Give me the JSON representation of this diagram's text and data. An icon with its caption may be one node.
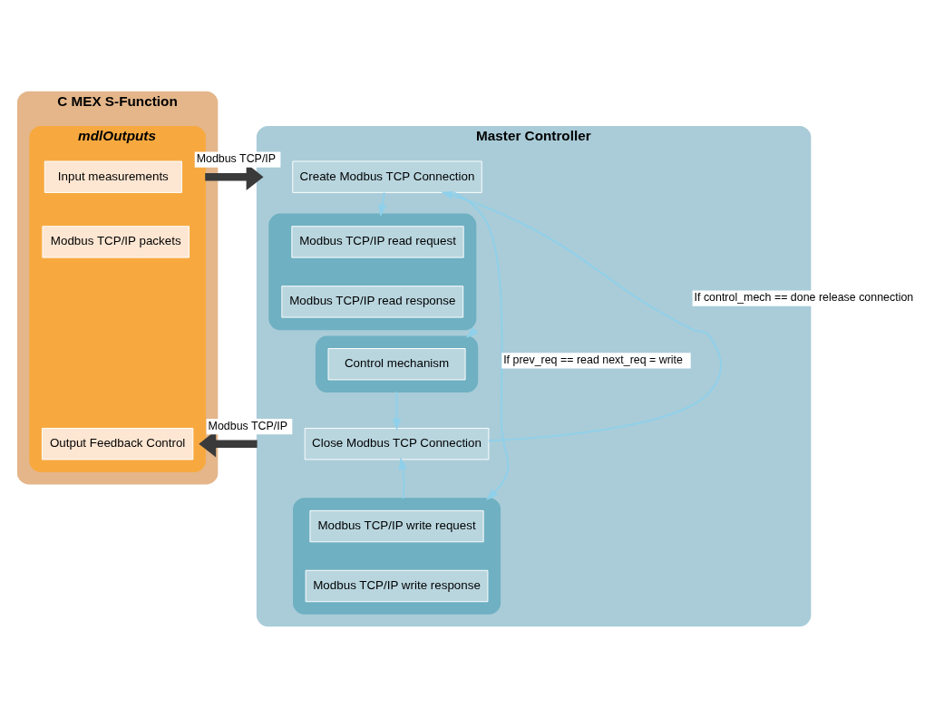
{
  "diagram": {
    "nodes": [
      {
        "text": [
          "C MEX S-Function"
        ]
      },
      {
        "text": [
          "mdlOutputs"
        ],
        "in": 0
      },
      {
        "text": [
          "Input measurements"
        ],
        "in": 1
      },
      {
        "text": [
          "Modbus TCP/IP packets"
        ],
        "in": 1
      },
      {
        "text": [
          "Output Feedback Control"
        ],
        "in": 1
      },
      {
        "text": [
          "Master Controller"
        ]
      },
      {
        "text": [
          "Create Modbus TCP Connection"
        ],
        "in": 5
      },
      {
        "text": [],
        "shape": "box",
        "in": 5
      },
      {
        "text": [
          "Modbus TCP/IP read request"
        ],
        "in": 7
      },
      {
        "text": [
          "Modbus TCP/IP read response"
        ],
        "in": 7
      },
      {
        "text": [],
        "shape": "box",
        "in": 5
      },
      {
        "text": [
          "Control mechanism"
        ],
        "in": 10
      },
      {
        "text": [
          "Close Modbus TCP Connection"
        ],
        "in": 5
      },
      {
        "text": [],
        "shape": "box",
        "in": 5
      },
      {
        "text": [
          "Modbus TCP/IP write request"
        ],
        "in": 13
      },
      {
        "text": [
          "Modbus TCP/IP write response"
        ],
        "in": 13
      }
    ],
    "edges": [
      {
        "from": 1,
        "to": 5,
        "arrow": "to",
        "label": "Modbus TCP/IP",
        "style": "thick",
        "color": "#3a3a3a"
      },
      {
        "from": 5,
        "to": 1,
        "arrow": "to",
        "label": "Modbus TCP/IP",
        "style": "thick",
        "color": "#3a3a3a"
      },
      {
        "from": 6,
        "to": 7,
        "arrow": "to"
      },
      {
        "from": 7,
        "to": 10,
        "arrow": "to"
      },
      {
        "from": 10,
        "to": 12,
        "arrow": "to"
      },
      {
        "from": 13,
        "to": 12,
        "arrow": "to"
      },
      {
        "from": 12,
        "to": 6,
        "arrow": "to",
        "label": "If control_mech == done release connection"
      },
      {
        "from": 6,
        "to": 13,
        "arrow": "to",
        "label": "If prev_req == read next_req = write"
      }
    ]
  }
}
